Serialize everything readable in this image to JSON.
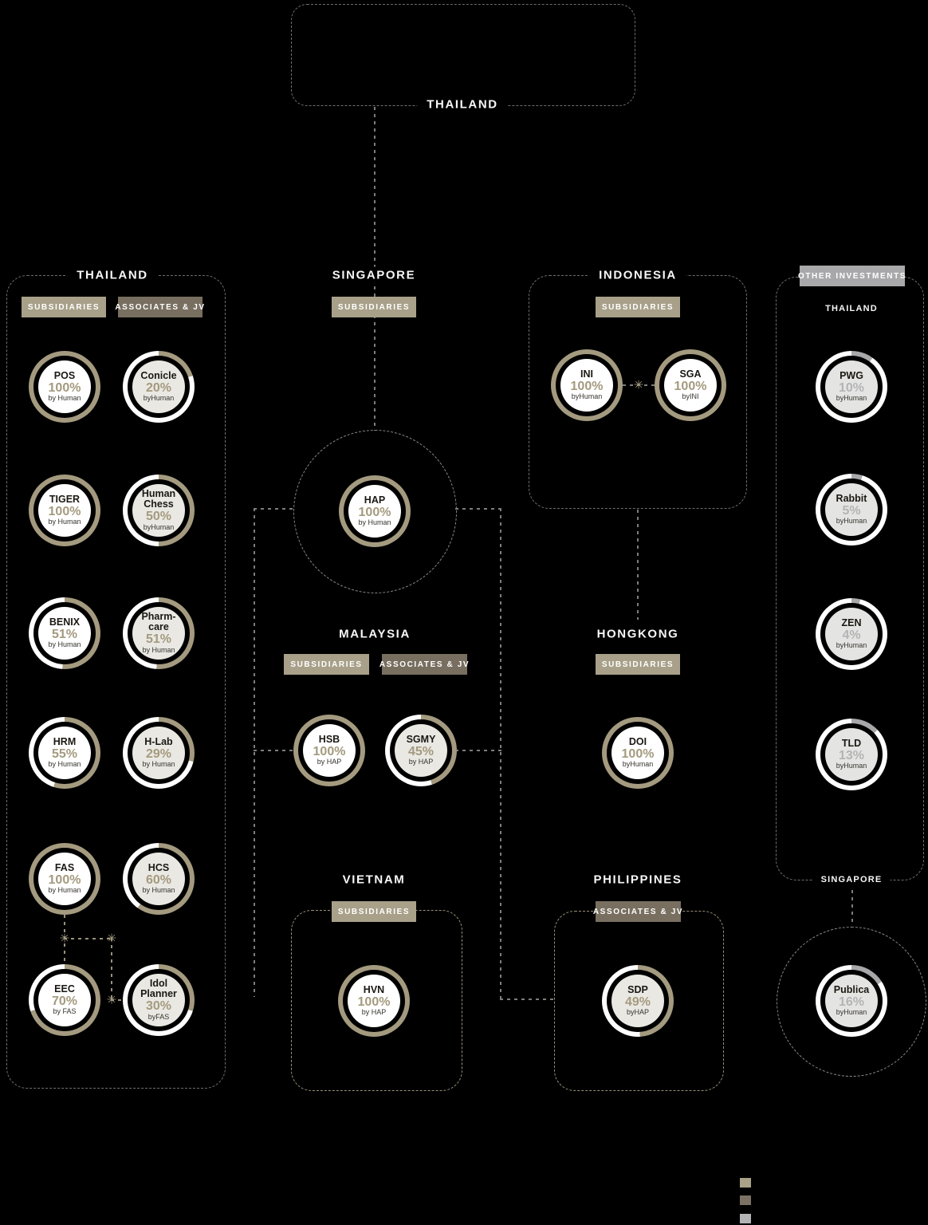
{
  "colors": {
    "background": "#000000",
    "tan": "#a49a7f",
    "gray": "#a8a8aa",
    "chip_tan": "#a8a089",
    "chip_dark": "#786f60",
    "chip_gray": "#a8a8aa",
    "core_white": "#ffffff",
    "core_light": "#eae8e3",
    "core_gray": "#e4e4e2"
  },
  "icons": {
    "junction": "✳"
  },
  "parent_box": {
    "label": "THAILAND"
  },
  "sections": {
    "thailand": {
      "title": "THAILAND",
      "chip_subsidiaries": "SUBSIDIARIES",
      "chip_associates": "ASSOCIATES & JV",
      "companies": [
        {
          "name": "POS",
          "pct": "100%",
          "value": 100,
          "by": "by Human",
          "scheme": "sub"
        },
        {
          "name": "Conicle",
          "pct": "20%",
          "value": 20,
          "by": "byHuman",
          "scheme": "assoc"
        },
        {
          "name": "TIGER",
          "pct": "100%",
          "value": 100,
          "by": "by Human",
          "scheme": "sub"
        },
        {
          "name": "Human Chess",
          "pct": "50%",
          "value": 50,
          "by": "byHuman",
          "scheme": "assoc"
        },
        {
          "name": "BENIX",
          "pct": "51%",
          "value": 51,
          "by": "by Human",
          "scheme": "sub"
        },
        {
          "name": "Pharm-care",
          "pct": "51%",
          "value": 51,
          "by": "by Human",
          "scheme": "assoc"
        },
        {
          "name": "HRM",
          "pct": "55%",
          "value": 55,
          "by": "by Human",
          "scheme": "sub"
        },
        {
          "name": "H-Lab",
          "pct": "29%",
          "value": 29,
          "by": "by Human",
          "scheme": "assoc"
        },
        {
          "name": "FAS",
          "pct": "100%",
          "value": 100,
          "by": "by Human",
          "scheme": "sub"
        },
        {
          "name": "HCS",
          "pct": "60%",
          "value": 60,
          "by": "by Human",
          "scheme": "assoc"
        },
        {
          "name": "EEC",
          "pct": "70%",
          "value": 70,
          "by": "by FAS",
          "scheme": "sub"
        },
        {
          "name": "Idol Planner",
          "pct": "30%",
          "value": 30,
          "by": "byFAS",
          "scheme": "assoc"
        }
      ]
    },
    "singapore": {
      "title": "SINGAPORE",
      "chip_subsidiaries": "SUBSIDIARIES",
      "companies": [
        {
          "name": "HAP",
          "pct": "100%",
          "value": 100,
          "by": "by Human",
          "scheme": "sub"
        }
      ]
    },
    "malaysia": {
      "title": "MALAYSIA",
      "chip_subsidiaries": "SUBSIDIARIES",
      "chip_associates": "ASSOCIATES & JV",
      "companies": [
        {
          "name": "HSB",
          "pct": "100%",
          "value": 100,
          "by": "by HAP",
          "scheme": "sub"
        },
        {
          "name": "SGMY",
          "pct": "45%",
          "value": 45,
          "by": "by HAP",
          "scheme": "assoc"
        }
      ]
    },
    "indonesia": {
      "title": "INDONESIA",
      "chip_subsidiaries": "SUBSIDIARIES",
      "companies": [
        {
          "name": "INI",
          "pct": "100%",
          "value": 100,
          "by": "byHuman",
          "scheme": "sub"
        },
        {
          "name": "SGA",
          "pct": "100%",
          "value": 100,
          "by": "byINI",
          "scheme": "sub"
        }
      ]
    },
    "hongkong": {
      "title": "HONGKONG",
      "chip_subsidiaries": "SUBSIDIARIES",
      "companies": [
        {
          "name": "DOI",
          "pct": "100%",
          "value": 100,
          "by": "byHuman",
          "scheme": "sub"
        }
      ]
    },
    "vietnam": {
      "title": "VIETNAM",
      "chip_subsidiaries": "SUBSIDIARIES",
      "companies": [
        {
          "name": "HVN",
          "pct": "100%",
          "value": 100,
          "by": "by HAP",
          "scheme": "sub"
        }
      ]
    },
    "philippines": {
      "title": "PHILIPPINES",
      "chip_associates": "ASSOCIATES & JV",
      "companies": [
        {
          "name": "SDP",
          "pct": "49%",
          "value": 49,
          "by": "byHAP",
          "scheme": "assoc"
        }
      ]
    },
    "other_investments": {
      "chip": "OTHER INVESTMENTS",
      "thailand_label": "THAILAND",
      "singapore_label": "SINGAPORE",
      "companies": [
        {
          "name": "PWG",
          "pct": "10%",
          "value": 10,
          "by": "byHuman",
          "scheme": "other"
        },
        {
          "name": "Rabbit",
          "pct": "5%",
          "value": 5,
          "by": "byHuman",
          "scheme": "other"
        },
        {
          "name": "ZEN",
          "pct": "4%",
          "value": 4,
          "by": "byHuman",
          "scheme": "other"
        },
        {
          "name": "TLD",
          "pct": "13%",
          "value": 13,
          "by": "byHuman",
          "scheme": "other"
        },
        {
          "name": "Publica",
          "pct": "16%",
          "value": 16,
          "by": "byHuman",
          "scheme": "other"
        }
      ]
    }
  },
  "legend": {
    "swatches": [
      "#a9a188",
      "#7b7264",
      "#b3b3b5"
    ]
  }
}
